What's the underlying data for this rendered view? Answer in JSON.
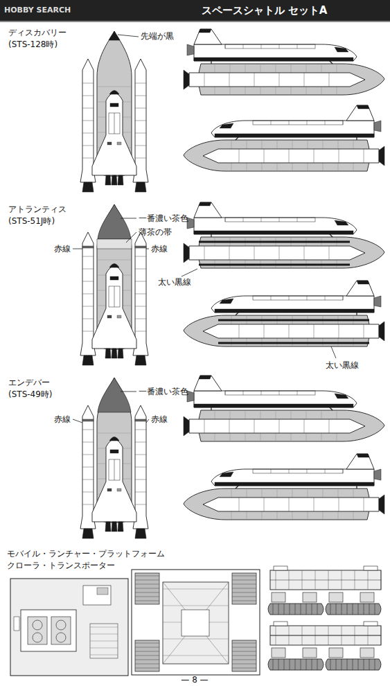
{
  "diagram": {
    "title": "スペースシャトル セットA",
    "labels": [
      "HOBBY SEARCH",
      "ディスカバリー",
      "(STS-128時)",
      "先端が黒",
      "アトランティス",
      "(STS-51J時)",
      "一番濃い茶色",
      "薄茶の帯",
      "赤線",
      "赤線",
      "太い黒線",
      "太い黒線",
      "エンデバー",
      "(STS-49時)",
      "一番濃い茶色",
      "赤線",
      "赤線",
      "モバイル・ランチャー・プラットフォーム",
      "クローラ・トランスポーター",
      "— 8 —"
    ]
  }
}
